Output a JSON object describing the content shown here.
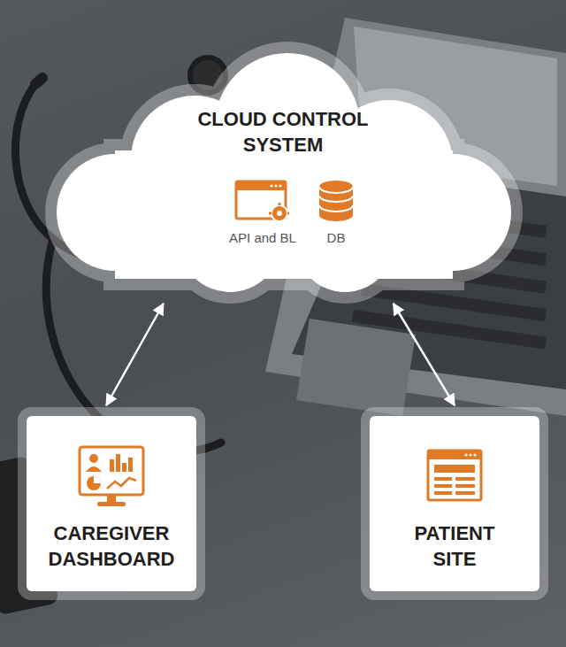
{
  "diagram": {
    "nodes": [
      {
        "text": [
          "CLOUD CONTROL SYSTEM"
        ]
      },
      {
        "text": [
          "CAREGIVER DASHBOARD"
        ]
      },
      {
        "text": [
          "PATIENT SITE"
        ]
      }
    ],
    "edges": [
      {
        "from": 0,
        "to": 1,
        "arrow": "both"
      },
      {
        "from": 0,
        "to": 2,
        "arrow": "both"
      }
    ],
    "labels": [
      "API and BL",
      "DB"
    ]
  }
}
